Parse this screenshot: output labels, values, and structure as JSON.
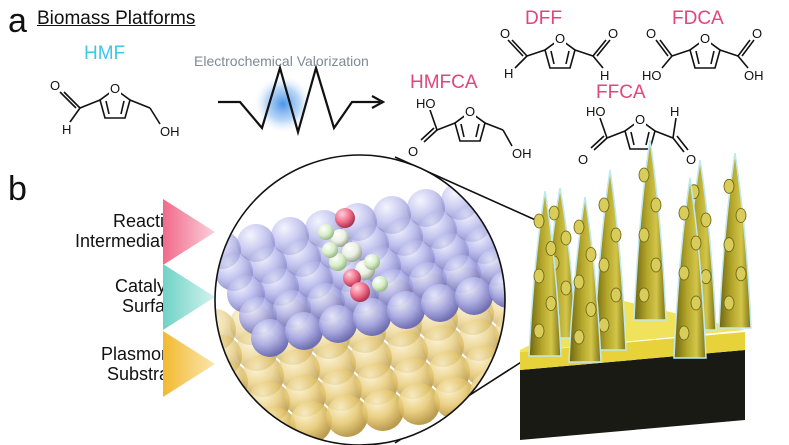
{
  "panels": {
    "a": "a",
    "b": "b"
  },
  "heading": "Biomass Platforms",
  "subtitle": "Electrochemical Valorization",
  "molecules": {
    "hmf": "HMF",
    "dff": "DFF",
    "fdca": "FDCA",
    "hmfca": "HMFCA",
    "ffca": "FFCA"
  },
  "atoms": {
    "h": "H",
    "o": "O",
    "oh": "OH",
    "ho": "HO"
  },
  "layers": [
    {
      "line1": "Reaction",
      "line2": "Intermediates",
      "color": "#f06a8a"
    },
    {
      "line1": "Catalytic",
      "line2": "Surface",
      "color": "#7fd6cc"
    },
    {
      "line1": "Plasmonic",
      "line2": "Substrate",
      "color": "#f2c14e"
    }
  ],
  "colors": {
    "hmf": "#3fc6e8",
    "product": "#e2457a",
    "surface_atom": "#a9aae8",
    "substrate_atom": "#e6c870",
    "nanostructure": "#a89b1e",
    "base": "#e8d23a"
  }
}
